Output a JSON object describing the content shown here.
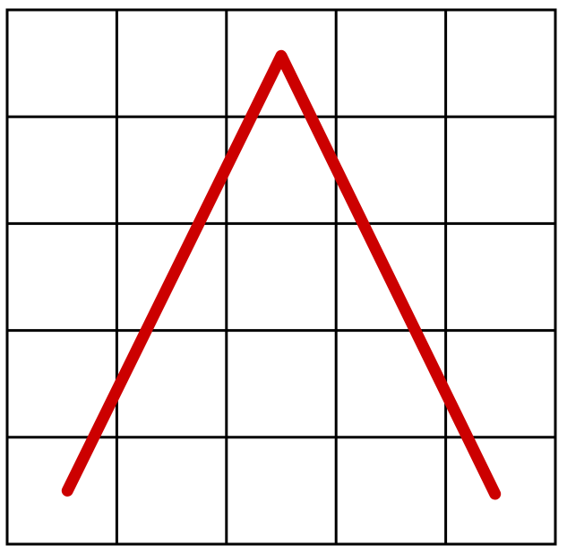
{
  "diagram": {
    "grid": {
      "rows": 5,
      "columns": 5,
      "line_color": "#000000",
      "background_color": "#ffffff"
    },
    "path": {
      "color": "#cc0000",
      "points_in_cells": [
        {
          "col": 0.55,
          "row": 4.5
        },
        {
          "col": 2.5,
          "row": 0.43
        },
        {
          "col": 4.45,
          "row": 4.53
        }
      ]
    }
  }
}
